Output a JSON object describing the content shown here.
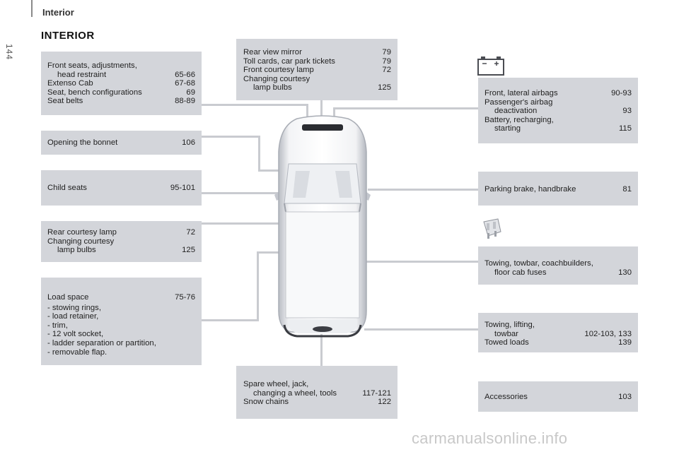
{
  "header": {
    "section": "Interior",
    "page_number": "144",
    "title": "INTERIOR"
  },
  "boxes": {
    "front_seats": {
      "rows": [
        {
          "label": "Front seats, adjustments,",
          "pages": ""
        },
        {
          "label": "head restraint",
          "pages": "65-66"
        },
        {
          "label": "Extenso Cab",
          "pages": "67-68"
        },
        {
          "label": "Seat, bench configurations",
          "pages": "69"
        },
        {
          "label": "Seat belts",
          "pages": "88-89"
        }
      ]
    },
    "bonnet": {
      "rows": [
        {
          "label": "Opening the bonnet",
          "pages": "106"
        }
      ]
    },
    "child_seats": {
      "rows": [
        {
          "label": "Child seats",
          "pages": "95-101"
        }
      ]
    },
    "rear_courtesy": {
      "rows": [
        {
          "label": "Rear courtesy lamp",
          "pages": "72"
        },
        {
          "label": "Changing courtesy",
          "pages": ""
        },
        {
          "label": "lamp bulbs",
          "pages": "125"
        }
      ]
    },
    "load_space": {
      "rows": [
        {
          "label": "Load space",
          "pages": "75-76"
        }
      ],
      "bullets": [
        "- stowing rings,",
        "- load retainer,",
        "- trim,",
        "- 12 volt socket,",
        "- ladder separation or partition,",
        "- removable flap."
      ]
    },
    "rear_view": {
      "rows": [
        {
          "label": "Rear view mirror",
          "pages": "79"
        },
        {
          "label": "Toll cards, car park tickets",
          "pages": "79"
        },
        {
          "label": "Front courtesy lamp",
          "pages": "72"
        },
        {
          "label": "Changing courtesy",
          "pages": ""
        },
        {
          "label": "lamp bulbs",
          "pages": "125"
        }
      ]
    },
    "spare_wheel": {
      "rows": [
        {
          "label": "Spare wheel, jack,",
          "pages": ""
        },
        {
          "label": "changing a wheel, tools",
          "pages": "117-121"
        },
        {
          "label": "Snow chains",
          "pages": "122"
        }
      ]
    },
    "airbags": {
      "rows": [
        {
          "label": "Front, lateral airbags",
          "pages": "90-93"
        },
        {
          "label": "Passenger's airbag",
          "pages": ""
        },
        {
          "label": "deactivation",
          "pages": "93"
        },
        {
          "label": "Battery, recharging,",
          "pages": ""
        },
        {
          "label": "starting",
          "pages": "115"
        }
      ]
    },
    "parking_brake": {
      "rows": [
        {
          "label": "Parking brake, handbrake",
          "pages": "81"
        }
      ]
    },
    "towing_fuses": {
      "rows": [
        {
          "label": "Towing, towbar, coachbuilders,",
          "pages": ""
        },
        {
          "label": "floor cab fuses",
          "pages": "130"
        }
      ]
    },
    "towing_lifting": {
      "rows": [
        {
          "label": "Towing, lifting,",
          "pages": ""
        },
        {
          "label": "towbar",
          "pages": "102-103, 133"
        },
        {
          "label": "Towed loads",
          "pages": "139"
        }
      ]
    },
    "accessories": {
      "rows": [
        {
          "label": "Accessories",
          "pages": "103"
        }
      ]
    }
  },
  "icons": {
    "battery": "battery-icon",
    "fuse": "fuse-icon",
    "vehicle": "van-top-view-icon"
  },
  "colors": {
    "box_bg": "#d3d5da",
    "connector": "#c9cbd0"
  },
  "watermark": "carmanualsonline.info"
}
